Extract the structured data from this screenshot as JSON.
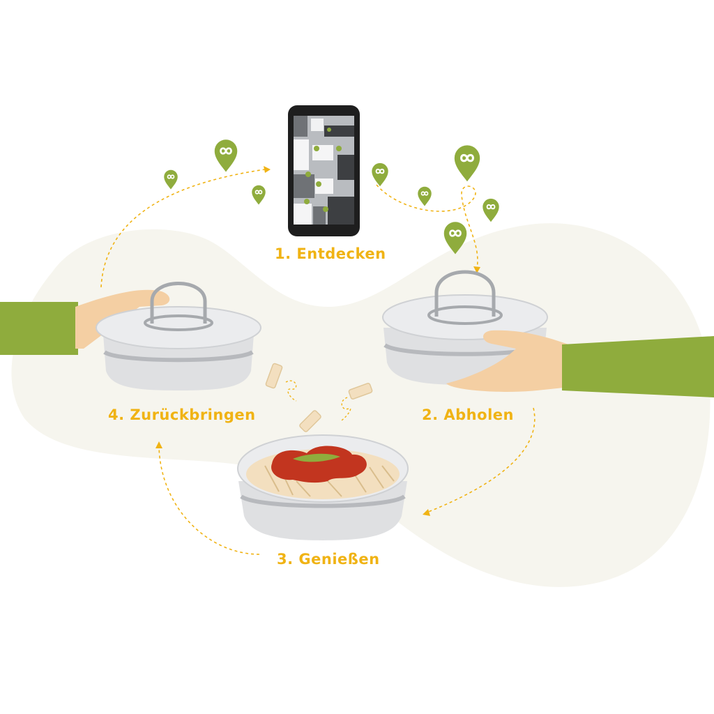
{
  "colors": {
    "accent": "#f0b314",
    "brand_green": "#8fac3d",
    "background_blob": "#f6f5ee",
    "bowl": "#dfe0e2",
    "bowl_shadow": "#b7b9bd",
    "sauce": "#c2351f",
    "skin": "#f4cfa3"
  },
  "icons": {
    "pin": "location-pin-infinity-icon",
    "phone": "smartphone-map-icon",
    "bowl": "lidded-bowl-icon",
    "pasta": "pasta-bowl-icon"
  },
  "steps": [
    {
      "label": "1. Entdecken"
    },
    {
      "label": "2. Abholen"
    },
    {
      "label": "3. Genießen"
    },
    {
      "label": "4. Zurückbringen"
    }
  ]
}
